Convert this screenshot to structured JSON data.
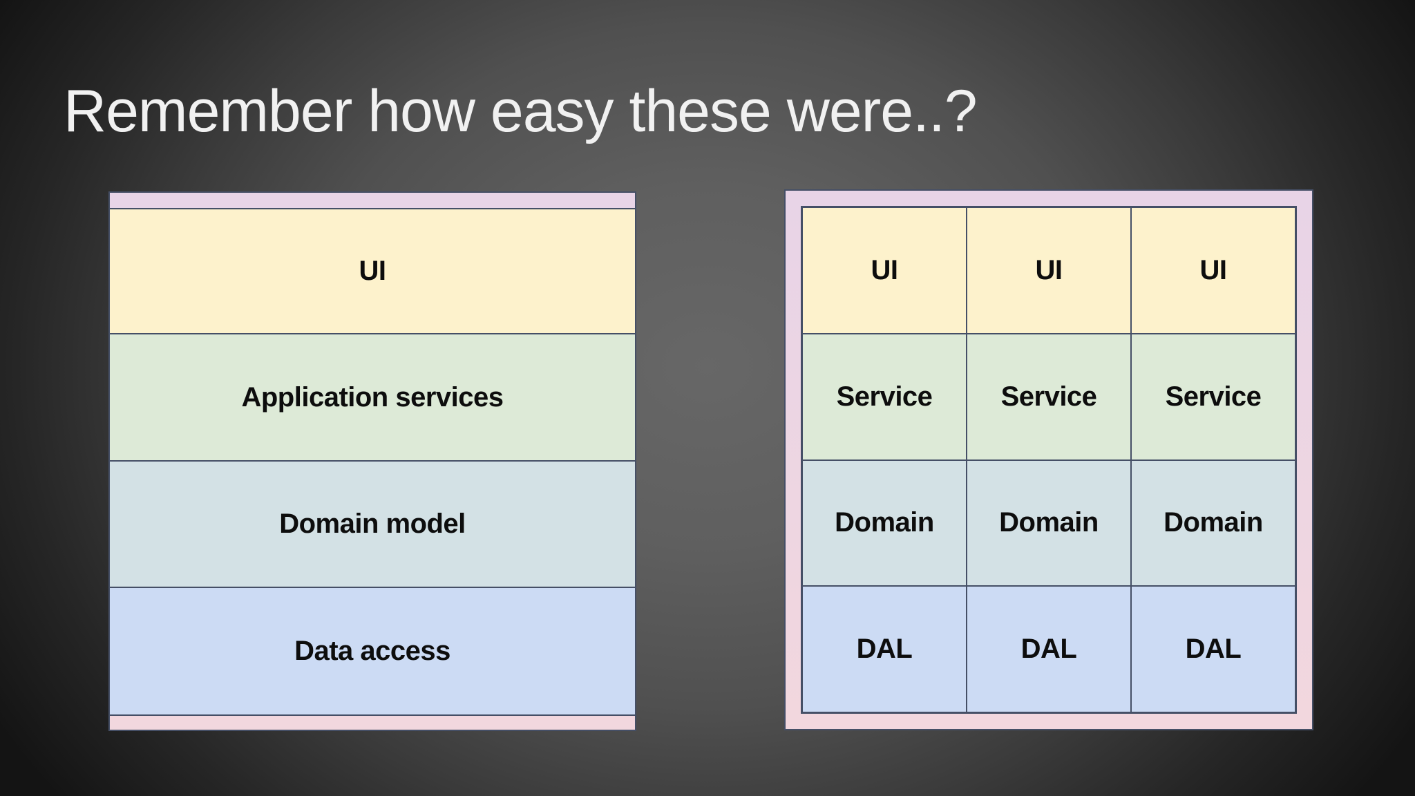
{
  "slide": {
    "title": "Remember how easy these were..?"
  },
  "layered_diagram": {
    "layers": [
      "UI",
      "Application services",
      "Domain model",
      "Data access"
    ]
  },
  "grid_diagram": {
    "columns": 3,
    "rows": [
      [
        "UI",
        "UI",
        "UI"
      ],
      [
        "Service",
        "Service",
        "Service"
      ],
      [
        "Domain",
        "Domain",
        "Domain"
      ],
      [
        "DAL",
        "DAL",
        "DAL"
      ]
    ]
  },
  "colors": {
    "ui_fill": "#fdf2cc",
    "service_fill": "#ddead7",
    "domain_fill": "#d3e1e5",
    "dal_fill": "#ccdbf4",
    "frame_pink_top": "#e8d4e7",
    "frame_pink_bottom": "#f2d7de",
    "cell_border": "#454f66",
    "title_text": "#f1f1f1",
    "label_text": "#0d0d0d"
  }
}
